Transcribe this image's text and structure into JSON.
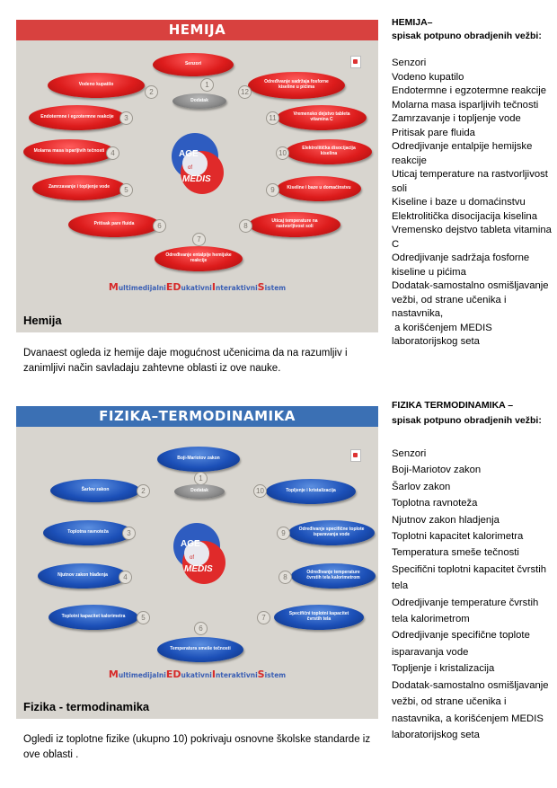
{
  "hemija": {
    "banner": "HEMIJA",
    "caption": "Hemija",
    "brand_text": "MultimedijalniEDukativniInteraktivniSistem",
    "logo": {
      "top": "AGE",
      "mid": "of",
      "bottom": "MEDIS"
    },
    "nodes": [
      {
        "label": "Senzori",
        "num": "1"
      },
      {
        "label": "Vodeno kupatilo",
        "num": "2"
      },
      {
        "label": "Endotermne i egzotermne reakcije",
        "num": "3"
      },
      {
        "label": "Molarna masa isparljivih tečnosti",
        "num": "4"
      },
      {
        "label": "Zamrzavanje i topljenje vode",
        "num": "5"
      },
      {
        "label": "Pritisak pare fluida",
        "num": "6"
      },
      {
        "label": "Određivanje entalpije hemijske reakcije",
        "num": "7"
      },
      {
        "label": "Uticaj temperature na rastvorljivost soli",
        "num": "8"
      },
      {
        "label": "Kiseline i baze u domaćinstvu",
        "num": "9"
      },
      {
        "label": "Elektrolitička disocijacija kiselina",
        "num": "10"
      },
      {
        "label": "Vremensko dejstvo tableta vitamina C",
        "num": "11"
      },
      {
        "label": "Određivanje sadržaja fosforne kiseline u pićima",
        "num": "12"
      },
      {
        "label": "Dodatak",
        "num": ""
      }
    ],
    "side_title_line1": "HEMIJA–",
    "side_title_line2": "spisak potpuno obradjenih vežbi:",
    "side_items": [
      "Senzori",
      "Vodeno kupatilo",
      "Endotermne i egzotermne reakcije",
      "Molarna masa isparljivih tečnosti",
      "Zamrzavanje i topljenje vode",
      "Pritisak pare fluida",
      "Odredjivanje entalpije hemijske reakcije",
      "Uticaj temperature na rastvorljivost soli",
      "Kiseline i baze u domaćinstvu",
      "Elektrolitička disocijacija kiselina",
      "Vremensko dejstvo tableta vitamina C",
      "Odredjivanje sadržaja fosforne kiseline u pićima",
      "Dodatak-samostalno osmišljavanje vežbi, od strane učenika i nastavnika,",
      " a korišćenjem MEDIS laboratorijskog seta"
    ],
    "description": "Dvanaest ogleda iz hemije daje mogućnost učenicima da na razumljiv i zanimljivi način savladaju zahtevne oblasti iz ove nauke."
  },
  "fizika": {
    "banner": "FIZIKA–TERMODINAMIKA",
    "caption": "Fizika - termodinamika",
    "brand_text": "MultimedijalniEDukativniInteraktivniSistem",
    "logo": {
      "top": "AGE",
      "mid": "of",
      "bottom": "MEDIS"
    },
    "nodes": [
      {
        "label": "Boji-Mariotov zakon",
        "num": "1"
      },
      {
        "label": "Šarlov zakon",
        "num": "2"
      },
      {
        "label": "Toplotna ravnoteža",
        "num": "3"
      },
      {
        "label": "Njutnov zakon hlađenja",
        "num": "4"
      },
      {
        "label": "Toplotni kapacitet kalorimetra",
        "num": "5"
      },
      {
        "label": "Temperatura smeše tečnosti",
        "num": "6"
      },
      {
        "label": "Specifični toplotni kapacitet čvrstih tela",
        "num": "7"
      },
      {
        "label": "Određivanje temperature čvrstih tela kalorimetrom",
        "num": "8"
      },
      {
        "label": "Određivanje specifične toplote isparavanja vode",
        "num": "9"
      },
      {
        "label": "Topljenje i kristalizacija",
        "num": "10"
      },
      {
        "label": "Dodatak",
        "num": ""
      }
    ],
    "side_title_line1": "FIZIKA TERMODINAMIKA –",
    "side_title_line2": "spisak potpuno obradjenih vežbi:",
    "side_items": [
      "Senzori",
      "Boji-Mariotov zakon",
      "Šarlov zakon",
      "Toplotna ravnoteža",
      "Njutnov zakon hladjenja",
      "Toplotni kapacitet kalorimetra",
      "Temperatura smeše tečnosti",
      "Specifični toplotni kapacitet čvrstih tela",
      "Odredjivanje temperature čvrstih tela kalorimetrom",
      "Odredjivanje specifične toplote isparavanja vode",
      "Topljenje i kristalizacija",
      "Dodatak-samostalno osmišljavanje vežbi, od strane učenika i nastavnika, a korišćenjem MEDIS laboratorijskog seta"
    ],
    "description": "Ogledi iz toplotne fizike (ukupno 10) pokrivaju osnovne školske  standarde  iz ove oblasti ."
  },
  "colors": {
    "red_banner": "#d8413f",
    "blue_banner": "#3b70b4",
    "panel_bg": "#d8d5cf"
  }
}
